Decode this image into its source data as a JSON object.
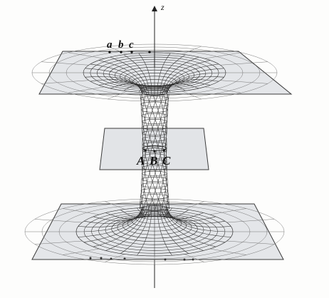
{
  "axis": {
    "label": "z"
  },
  "upper_points": {
    "a": "a",
    "b": "b",
    "c": "c"
  },
  "throat_points": {
    "A": "A",
    "B": "B",
    "C": "C"
  },
  "colors": {
    "plane_fill": "#e4e6e9",
    "plane_edge": "#3a3a3a",
    "grid": "#5a5a5a",
    "axis": "#222222"
  }
}
